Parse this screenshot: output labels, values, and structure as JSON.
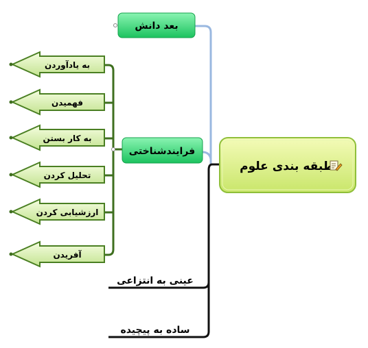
{
  "central_topic": {
    "label": "طبقه بندی علوم",
    "icon": "note-pencil-icon"
  },
  "branches": {
    "knowledge_dimension": {
      "label": "بعد دانش"
    },
    "cognitive_process": {
      "label": "فرایندشناختی",
      "children": [
        {
          "label": "به یادآوردن"
        },
        {
          "label": "فهمیدن"
        },
        {
          "label": "به کار بستن"
        },
        {
          "label": "تحلیل کردن"
        },
        {
          "label": "ارزشیابی کردن"
        },
        {
          "label": "آفریدن"
        }
      ]
    },
    "objective_abstract": {
      "label": "عینی به انتزاعی"
    },
    "simple_complex": {
      "label": "ساده به پیچیده"
    }
  },
  "colors": {
    "central_fill_top": "#f4fbb8",
    "central_fill_bottom": "#c9e66a",
    "central_border": "#8fbf3a",
    "branch_fill_top": "#7ff0a8",
    "branch_fill_bottom": "#1fc964",
    "child_fill_top": "#f2fbd9",
    "child_fill_bottom": "#bfe08a",
    "child_border": "#4a7f22",
    "green_line": "#3f6f1f",
    "blue_line": "#9ab8e0",
    "black_line": "#111111"
  }
}
